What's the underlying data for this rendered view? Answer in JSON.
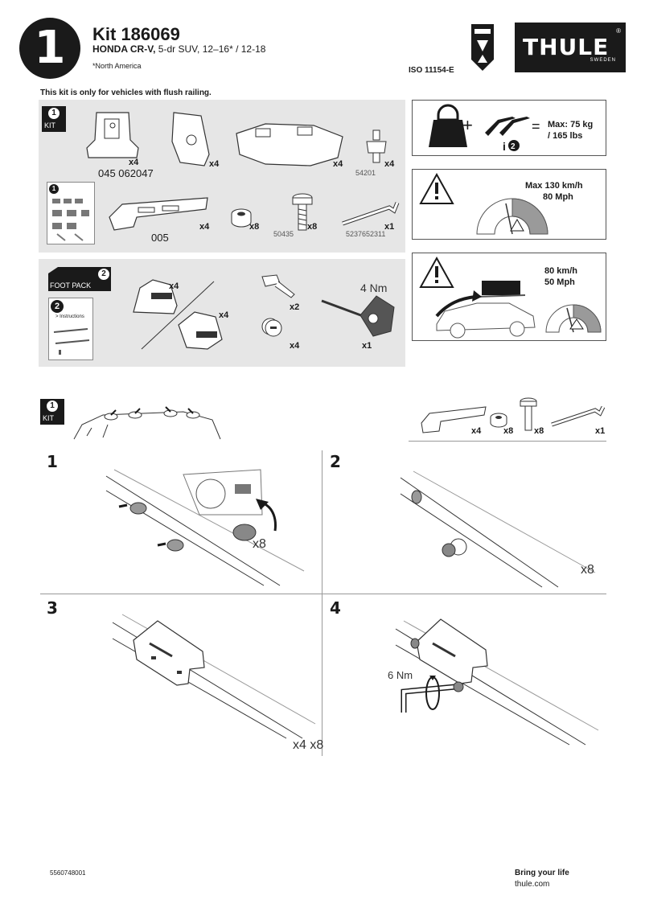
{
  "header": {
    "step_number": "1",
    "kit_title": "Kit 186069",
    "vehicle_make": "HONDA CR-V,",
    "vehicle_detail": " 5-dr SUV, 12–16* / 12-18",
    "region_note": "*North America",
    "iso": "ISO 11154-E",
    "badge_icon": "thule-guarantee-badge-icon",
    "logo_text": "THULE",
    "logo_sub": "SWEDEN",
    "logo_reg": "®"
  },
  "flush_note": "This kit is only for vehicles with flush railing.",
  "kit_panel": {
    "tag_num": "1",
    "tag_label": "KIT",
    "doc_num": "1",
    "parts": [
      {
        "qty": "x4"
      },
      {
        "qty": "x4"
      },
      {
        "qty": "x4"
      },
      {
        "qty": "x4",
        "pn": "54201"
      },
      {
        "qty": "x4",
        "pn_big": "005"
      },
      {
        "qty": "x8"
      },
      {
        "qty": "x8",
        "pn": "50435"
      },
      {
        "qty": "x1",
        "pn": "5237652311"
      }
    ],
    "pn_main": "045 062047"
  },
  "foot_panel": {
    "tag_num": "2",
    "tag_label": "FOOT PACK",
    "doc_num": "2",
    "doc_title": "> Instructions",
    "foot_qty_1": "x4",
    "foot_qty_2": "x4",
    "key_qty": "x2",
    "lock_qty": "x4",
    "torque": "4 Nm",
    "tool_qty": "x1"
  },
  "limits": {
    "load_max": "Max: 75 kg",
    "load_max_lbs": "/ 165 lbs",
    "load_eq": "=",
    "load_plus": "+",
    "speed1_line1": "Max  130 km/h",
    "speed1_line2": "80 Mph",
    "speed2_line1": "80 km/h",
    "speed2_line2": "50 Mph"
  },
  "mid": {
    "tag_num": "1",
    "tag_label": "KIT",
    "qtys": [
      "x4",
      "x8",
      "x8",
      "x1"
    ]
  },
  "steps": [
    {
      "num": "1",
      "qty": "x8"
    },
    {
      "num": "2",
      "qty": "x8"
    },
    {
      "num": "3",
      "qty": "x4 x8"
    },
    {
      "num": "4",
      "torque": "6 Nm"
    }
  ],
  "footer": {
    "part_number": "5560748001",
    "tagline": "Bring your life",
    "site": "thule.com"
  },
  "colors": {
    "panel_gray": "#e6e6e6",
    "ink": "#1a1a1a",
    "gauge_gray": "#9a9a9a"
  }
}
